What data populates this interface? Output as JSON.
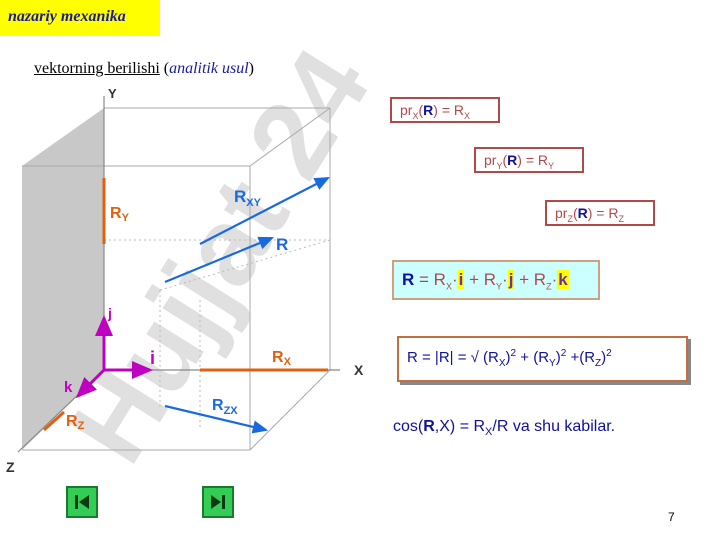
{
  "header": {
    "tag": "nazariy mexanika"
  },
  "subtitle": {
    "underlined": "vektorning berilishi",
    "open": "(",
    "italic": "analitik usul",
    "close": ")"
  },
  "watermark": "Hujjat 24",
  "diagram": {
    "axis_y": "Y",
    "axis_x": "X",
    "axis_z": "Z",
    "ry": "R",
    "ry_sub": "Y",
    "rxy": "R",
    "rxy_sub": "XY",
    "r": "R",
    "j": "j",
    "i": "i",
    "k": "k",
    "rx": "R",
    "rx_sub": "X",
    "rz": "R",
    "rz_sub": "Z",
    "rzx": "R",
    "rzx_sub": "ZX"
  },
  "boxes": {
    "prx": {
      "pr": "pr",
      "ax": "X",
      "open": "(",
      "r": "R",
      "close": ")",
      "eq": " = R",
      "sub": "X"
    },
    "pry": {
      "pr": "pr",
      "ax": "Y",
      "open": "(",
      "r": "R",
      "close": ")",
      "eq": " = R",
      "sub": "Y"
    },
    "prz": {
      "pr": "pr",
      "ax": "Z",
      "open": "(",
      "r": "R",
      "close": ")",
      "eq": " = R",
      "sub": "Z"
    }
  },
  "formula_r": {
    "r": "R",
    "eq": " = R",
    "x": "X",
    "i": "i",
    "plus1": " + R",
    "y": "Y",
    "j": "j",
    "plus2": " + R",
    "z": "Z",
    "k": "k"
  },
  "formula_mag": {
    "text": "R = |R| = √ (R",
    "x": "X",
    "p1": ")",
    "sq1": "2",
    "mid1": " + (R",
    "y": "Y",
    "p2": ")",
    "sq2": "2",
    "mid2": " +(R",
    "z": "Z",
    "p3": ")",
    "sq3": "2"
  },
  "cos_line": {
    "pre": "cos(",
    "r": "R",
    "mid": ",X) = R",
    "sub": "X",
    "post": "/R  va shu kabilar."
  },
  "page_number": "7",
  "colors": {
    "accent_blue": "#1a6adf",
    "orange": "#e06010",
    "magenta": "#c000c0",
    "box_border": "#b04a4a"
  }
}
